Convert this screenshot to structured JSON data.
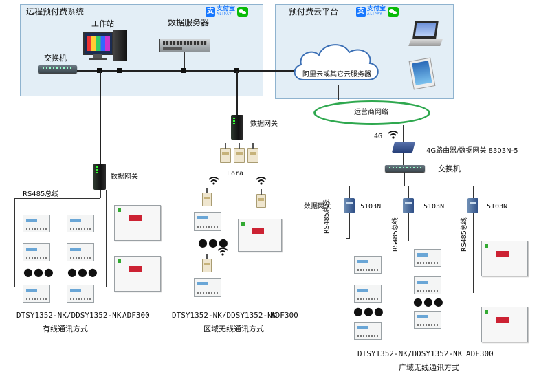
{
  "panels": {
    "remote_title": "远程预付费系统",
    "cloud_title": "预付费云平台"
  },
  "pay_logos": {
    "alipay_cn": "支付宝",
    "alipay_en": "ALIPAY"
  },
  "labels": {
    "switch_left": "交换机",
    "workstation": "工作站",
    "data_server": "数据服务器",
    "cloud_server": "阿里云或其它云服务器",
    "operator_network": "运营商网络",
    "gateway_top": "数据网关",
    "lora": "Lora",
    "gateway_left": "数据网关",
    "rs485_bus": "RS485总线",
    "g4": "4G",
    "router": "4G路由器/数据网关 8303N-5",
    "switch_right": "交换机",
    "gateway_right": "数据网关",
    "model_5103n": "5103N",
    "rs485_vertical": "RS485总线"
  },
  "captions": {
    "wired_models": "DTSY1352-NK/DDSY1352-NK",
    "wired_adf": "ADF300",
    "wired_mode": "有线通讯方式",
    "lora_models": "DTSY1352-NK/DDSY1352-NK",
    "lora_adf": "ADF300",
    "lora_mode": "区域无线通讯方式",
    "wan_models": "DTSY1352-NK/DDSY1352-NK",
    "wan_adf": "ADF300",
    "wan_mode": "广域无线通讯方式"
  },
  "dots": "●●●",
  "colors": {
    "panel_bg": "#e3eef6",
    "panel_border": "#8fb3cf",
    "network_ellipse": "#2fa84f",
    "alipay": "#1677ff",
    "wechat": "#09bb07"
  }
}
